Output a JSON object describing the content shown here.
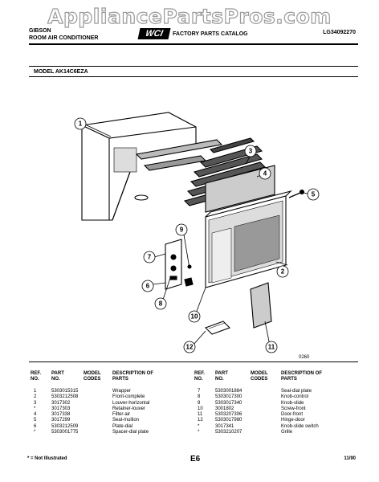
{
  "watermark": "AppliancePartsPros.com",
  "header": {
    "brand": "GIBSON",
    "product": "ROOM AIR CONDITIONER",
    "logo": "WCI",
    "catalog": "FACTORY PARTS CATALOG",
    "catalog_no": "LG34092270"
  },
  "model": "MODEL AK14C6EZA",
  "diagram": {
    "callouts": [
      "1",
      "2",
      "3",
      "4",
      "5",
      "6",
      "7",
      "8",
      "9",
      "10",
      "11",
      "12"
    ],
    "code": "0260"
  },
  "table_headers": {
    "ref": "REF. NO.",
    "part": "PART NO.",
    "model_codes": "MODEL CODES",
    "description": "DESCRIPTION OF PARTS"
  },
  "parts_left": [
    {
      "ref": "1",
      "part": "5303015315",
      "desc": "Wrapper"
    },
    {
      "ref": "2",
      "part": "5303212508",
      "desc": "Front-complete"
    },
    {
      "ref": "3",
      "part": "3017302",
      "desc": "Louver-horizontal"
    },
    {
      "ref": "*",
      "part": "3017303",
      "desc": "Retainer-louver"
    },
    {
      "ref": "4",
      "part": "3017338",
      "desc": "Filter-air"
    },
    {
      "ref": "5",
      "part": "3017299",
      "desc": "Seal-mullion"
    },
    {
      "ref": "6",
      "part": "5303212509",
      "desc": "Plate-dial"
    },
    {
      "ref": "*",
      "part": "5303001775",
      "desc": "Spacer-dial plate"
    }
  ],
  "parts_right": [
    {
      "ref": "7",
      "part": "5303001884",
      "desc": "Seal-dial plate"
    },
    {
      "ref": "8",
      "part": "5303017300",
      "desc": "Knob-control"
    },
    {
      "ref": "9",
      "part": "5303017340",
      "desc": "Knob-slide"
    },
    {
      "ref": "10",
      "part": "3001802",
      "desc": "Screw-front"
    },
    {
      "ref": "11",
      "part": "5303207306",
      "desc": "Door-front"
    },
    {
      "ref": "12",
      "part": "5303017980",
      "desc": "Hinge-door"
    },
    {
      "ref": "*",
      "part": "3017341",
      "desc": "Knob-slide switch"
    },
    {
      "ref": "*",
      "part": "5303210207",
      "desc": "Grille"
    }
  ],
  "footer": {
    "note": "* = Not Illustrated",
    "page": "E6",
    "date": "11/90"
  }
}
